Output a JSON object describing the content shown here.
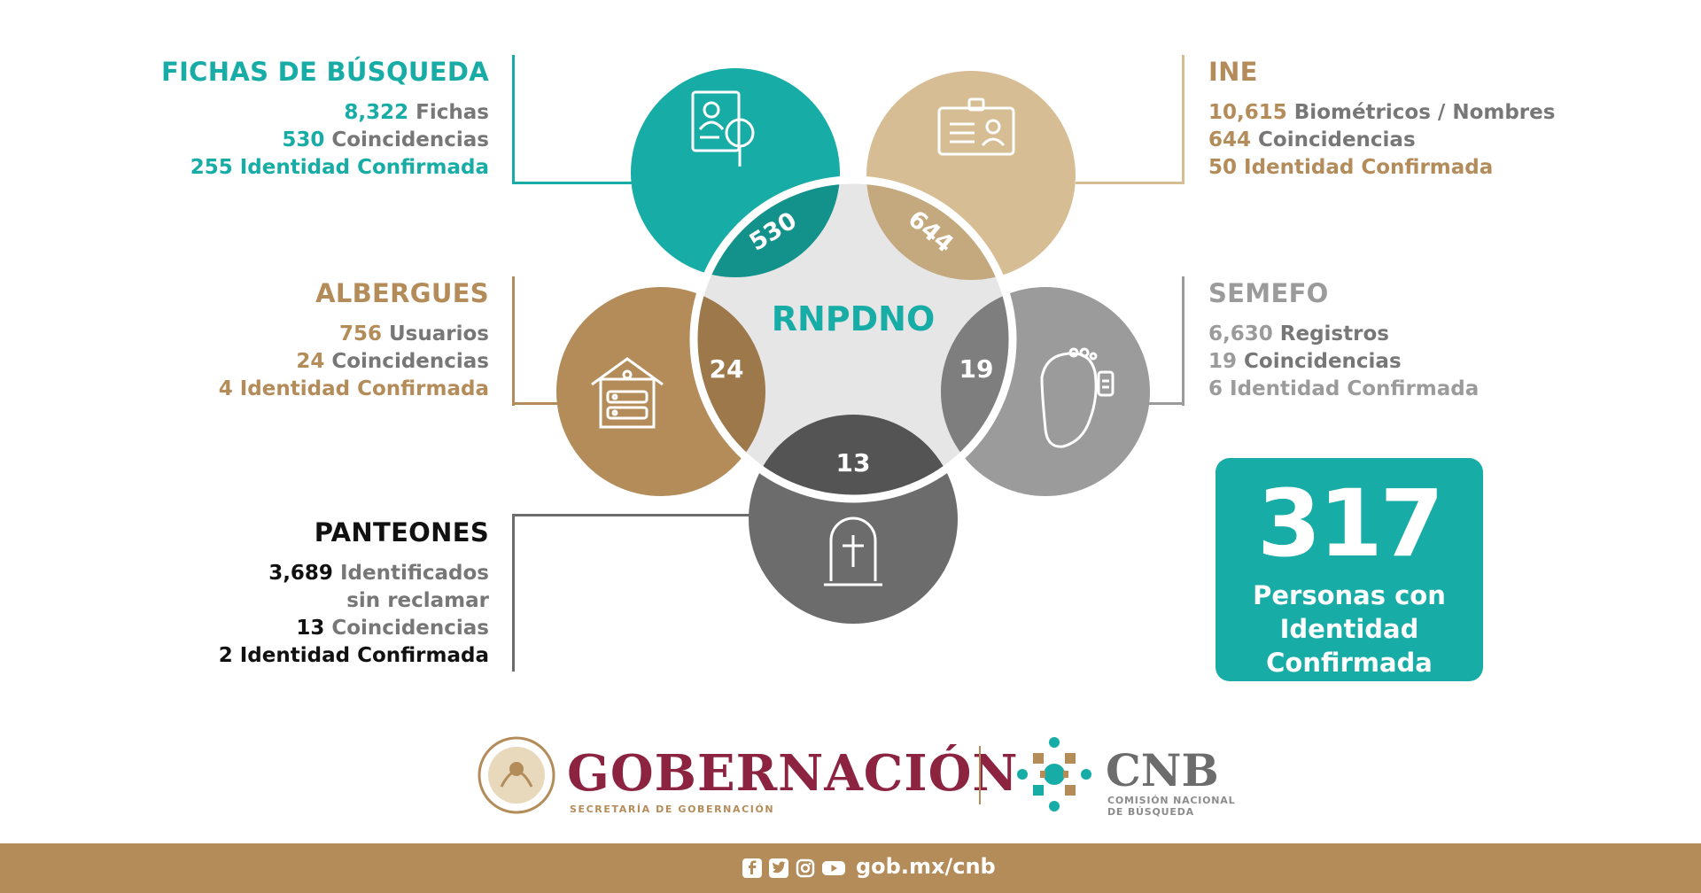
{
  "colors": {
    "teal": "#17ACA5",
    "beige": "#D7BD93",
    "gold": "#B38C5A",
    "gray_light": "#9B9B9B",
    "gray_dark": "#6C6C6C",
    "center": "#E6E6E6",
    "maroon": "#8C2341",
    "footer": "#B38C5A"
  },
  "center_label": "RNPDNO",
  "overlaps": {
    "fichas": "530",
    "ine": "644",
    "albergues": "24",
    "semefo": "19",
    "panteones": "13"
  },
  "fichas": {
    "title": "FICHAS DE BÚSQUEDA",
    "l1_num": "8,322",
    "l1_txt": " Fichas",
    "l2_num": "530",
    "l2_txt": " Coincidencias",
    "l3": "255 Identidad Confirmada"
  },
  "ine": {
    "title": "INE",
    "l1_num": "10,615",
    "l1_txt": " Biométricos / Nombres",
    "l2_num": "644",
    "l2_txt": " Coincidencias",
    "l3": "50 Identidad Confirmada"
  },
  "albergues": {
    "title": "ALBERGUES",
    "l1_num": "756",
    "l1_txt": " Usuarios",
    "l2_num": "24",
    "l2_txt": " Coincidencias",
    "l3": "4 Identidad Confirmada"
  },
  "semefo": {
    "title": "SEMEFO",
    "l1_num": "6,630",
    "l1_txt": " Registros",
    "l2_num": "19",
    "l2_txt": " Coincidencias",
    "l3": "6 Identidad Confirmada"
  },
  "panteones": {
    "title": "PANTEONES",
    "l1_num": "3,689",
    "l1_txt": " Identificados",
    "l1b": "sin reclamar",
    "l2_num": "13",
    "l2_txt": " Coincidencias",
    "l3": "2 Identidad Confirmada"
  },
  "total": {
    "number": "317",
    "line1": "Personas con",
    "line2": "Identidad",
    "line3": "Confirmada"
  },
  "logos": {
    "gob_title": "GOBERNACIÓN",
    "gob_sub": "SECRETARÍA DE GOBERNACIÓN",
    "cnb_title": "CNB",
    "cnb_sub1": "COMISIÓN NACIONAL",
    "cnb_sub2": "DE BÚSQUEDA"
  },
  "footer": {
    "url": "gob.mx/cnb"
  },
  "icons": [
    "search-record-icon",
    "id-card-icon",
    "shelter-house-icon",
    "foot-tag-icon",
    "tombstone-icon",
    "seal-icon",
    "cnb-logo-icon",
    "facebook-icon",
    "twitter-icon",
    "instagram-icon",
    "youtube-icon"
  ]
}
